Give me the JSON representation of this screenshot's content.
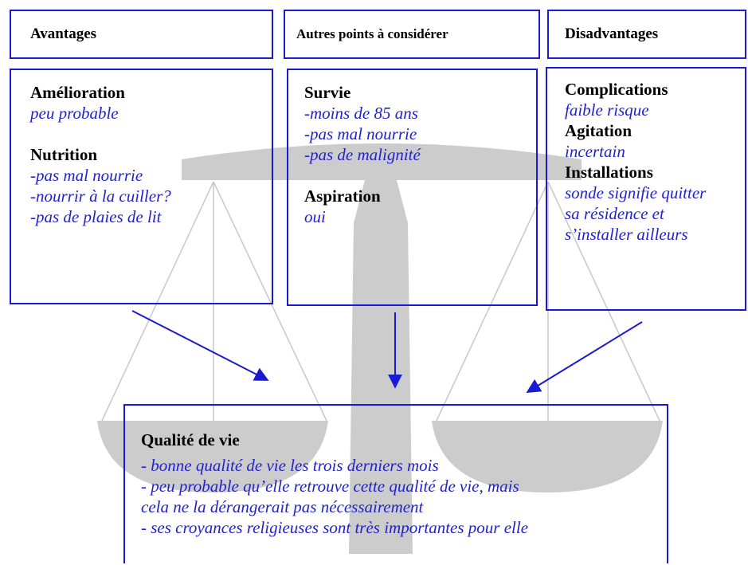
{
  "headers": {
    "advantages": "Avantages",
    "other": "Autres points à considérer",
    "disadvantages": "Disadvantages"
  },
  "advantages": {
    "amelioration_title": "Amélioration",
    "amelioration_lines": [
      "peu probable"
    ],
    "nutrition_title": "Nutrition",
    "nutrition_lines": [
      "-pas mal nourrie",
      "-nourrir à la cuiller?",
      "-pas de plaies de lit"
    ]
  },
  "other": {
    "survie_title": "Survie",
    "survie_lines": [
      "-moins de 85 ans",
      "-pas mal nourrie",
      "-pas de malignité"
    ],
    "aspiration_title": "Aspiration",
    "aspiration_lines": [
      "oui"
    ]
  },
  "disadvantages": {
    "complications_title": "Complications",
    "complications_lines": [
      "faible risque"
    ],
    "agitation_title": "Agitation",
    "agitation_lines": [
      "incertain"
    ],
    "installations_title": "Installations",
    "installations_lines": [
      "sonde signifie quitter",
      "sa résidence et",
      "s’installer ailleurs"
    ]
  },
  "quality": {
    "title": "Qualité de vie",
    "lines": [
      "- bonne qualité de vie les trois derniers mois",
      "- peu probable qu’elle retrouve cette qualité de vie, mais",
      "cela ne la dérangerait pas nécessairement",
      "- ses croyances religieuses sont très importantes pour elle"
    ]
  },
  "colors": {
    "border": "#1a1ad4",
    "text_italic": "#2222cc",
    "scale": "#cccccc",
    "strings": "#c8c8c8"
  }
}
